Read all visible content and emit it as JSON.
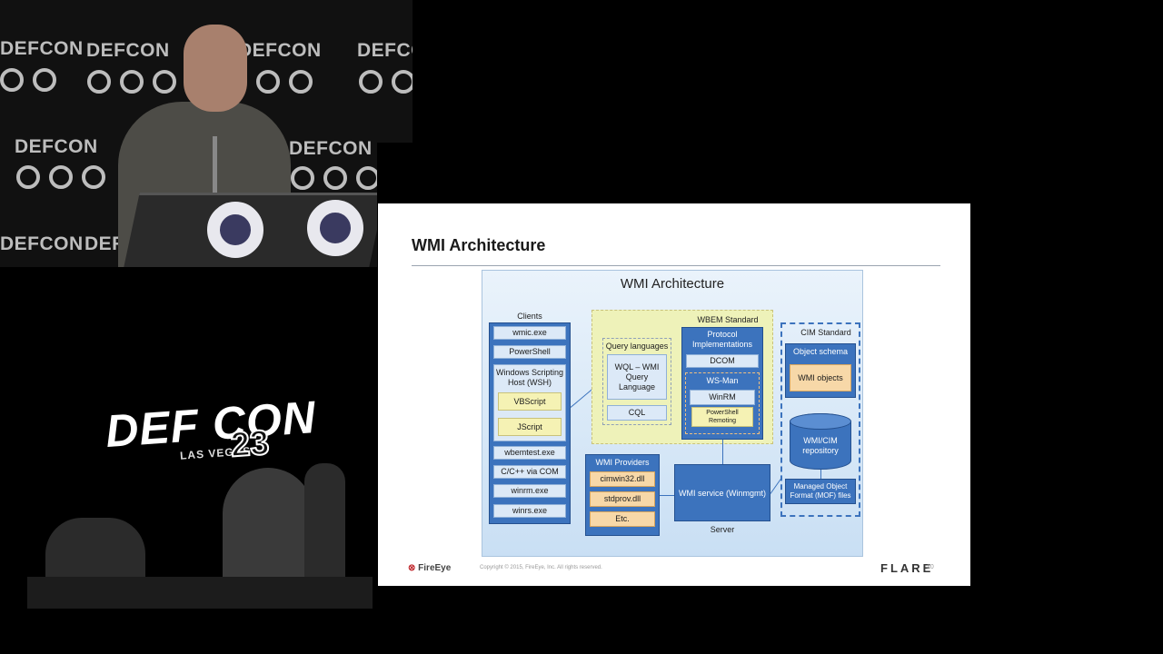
{
  "backdrop": {
    "logo_text": "DEFCON"
  },
  "event_logo": {
    "title": "DEF CON",
    "subtitle": "LAS VEGAS",
    "number": "23"
  },
  "slide": {
    "title": "WMI Architecture",
    "footer": {
      "brand": "FireEye",
      "copyright": "Copyright © 2015, FireEye, Inc. All rights reserved.",
      "product": "FLARE",
      "page": "10"
    }
  },
  "diagram": {
    "title": "WMI Architecture",
    "clients": {
      "label": "Clients",
      "items": [
        "wmic.exe",
        "PowerShell"
      ],
      "wsh": "Windows Scripting Host (WSH)",
      "wsh_items": [
        "VBScript",
        "JScript"
      ],
      "items_after": [
        "wbemtest.exe",
        "C/C++ via COM",
        "winrm.exe",
        "winrs.exe"
      ]
    },
    "wbem": {
      "label": "WBEM Standard",
      "query_label": "Query languages",
      "wql": "WQL – WMI Query Language",
      "cql": "CQL",
      "protocol_label": "Protocol Implementations",
      "dcom": "DCOM",
      "wsman": "WS-Man",
      "winrm": "WinRM",
      "ps_remoting": "PowerShell Remoting"
    },
    "providers": {
      "label": "WMI Providers",
      "items": [
        "cimwin32.dll",
        "stdprov.dll",
        "Etc."
      ]
    },
    "service": {
      "label": "WMI service (Winmgmt)",
      "server": "Server"
    },
    "cim": {
      "label": "CIM Standard",
      "schema": "Object schema",
      "objects": "WMI objects",
      "repository": "WMI/CIM repository",
      "mof": "Managed Object Format (MOF) files"
    }
  }
}
